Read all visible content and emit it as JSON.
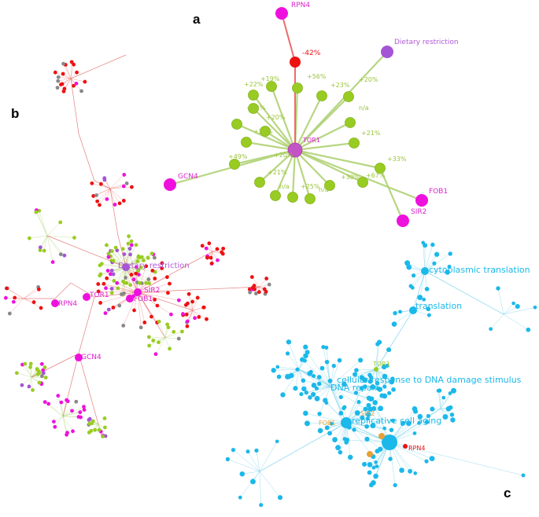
{
  "panels": {
    "a": "a",
    "b": "b",
    "c": "c"
  },
  "panel_a": {
    "center": "TOR1",
    "top_gene": "RPN4",
    "top_effect": "-42%",
    "dietary": "Dietary restriction",
    "gcn4": "GCN4",
    "fob1": "FOB1",
    "sir2": "SIR2",
    "effect_labels": [
      "+22%",
      "+19%",
      "+56%",
      "+23%",
      "+20%",
      "+22%",
      "+20%",
      "+20%",
      "+21%",
      "n/a",
      "+20%",
      "+49%",
      "+21%",
      "n/a",
      "+25%",
      "n/a",
      "+30%",
      "+67%",
      "+33%"
    ]
  },
  "panel_b": {
    "dietary": "Dietary restriction",
    "rpn4": "RPN4",
    "tor1": "TOR1",
    "fob1": "FOB1",
    "sir2": "SIR2",
    "gcn4": "GCN4"
  },
  "panel_c": {
    "cytoplasmic": "cytoplasmic translation",
    "translation": "translation",
    "tor1": "TOR1",
    "damage": "cellular response to DNA damage stimulus",
    "dna_repair": "DNA repair",
    "sir2": "SIR2",
    "fob1": "FOB1",
    "aging": "replicative cell aging",
    "rpn4": "RPN4"
  },
  "colors": {
    "magenta": "#ee11dd",
    "magenta_text": "#dd22cc",
    "red": "#ee1111",
    "green": "#99cc22",
    "green_edge": "#b3d47a",
    "purple": "#a455d6",
    "purple_text": "#b05ad6",
    "cyan": "#1bb8ea",
    "cyan_edge": "#86d6ee",
    "orange": "#e8a036",
    "grey": "#888888"
  }
}
